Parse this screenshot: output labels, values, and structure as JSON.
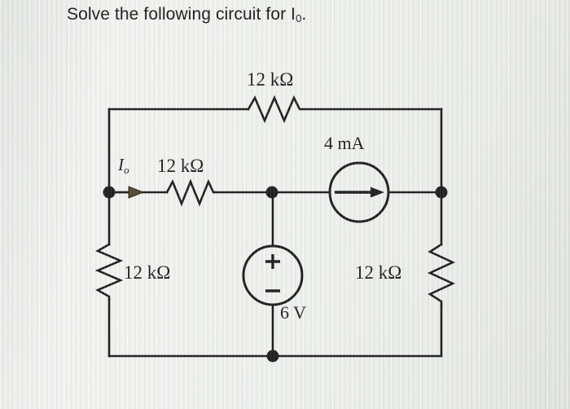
{
  "prompt": {
    "text_before": "Solve the following circuit for I",
    "subscript": "0",
    "text_after": "."
  },
  "circuit": {
    "title": "Solve the following circuit for I0.",
    "labels": {
      "top_resistor": "12 kΩ",
      "middle_resistor": "12 kΩ",
      "left_resistor": "12 kΩ",
      "right_resistor": "12 kΩ",
      "current_source": "4 mA",
      "voltage_source": "6 V",
      "current_variable": "I",
      "current_variable_subscript": "o",
      "vsrc_plus": "+",
      "vsrc_minus": "−"
    },
    "components": [
      {
        "name": "top-resistor",
        "type": "resistor",
        "value": "12 kΩ",
        "orientation": "horizontal"
      },
      {
        "name": "middle-resistor",
        "type": "resistor",
        "value": "12 kΩ",
        "orientation": "horizontal"
      },
      {
        "name": "left-resistor",
        "type": "resistor",
        "value": "12 kΩ",
        "orientation": "vertical"
      },
      {
        "name": "right-resistor",
        "type": "resistor",
        "value": "12 kΩ",
        "orientation": "vertical"
      },
      {
        "name": "current-source",
        "type": "current-source",
        "value": "4 mA",
        "direction": "right"
      },
      {
        "name": "voltage-source",
        "type": "voltage-source",
        "value": "6 V",
        "polarity": "plus-top"
      }
    ],
    "colors": {
      "wire": "#1a1a1a",
      "background": "#eceeec",
      "text": "#151515"
    }
  }
}
